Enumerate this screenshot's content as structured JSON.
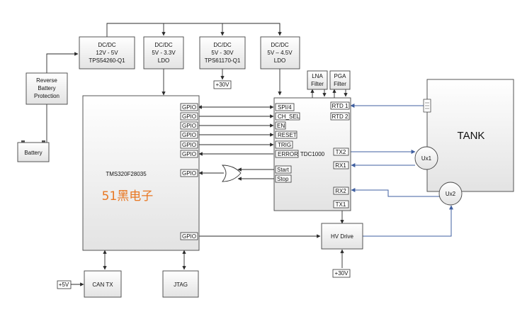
{
  "supplies": [
    {
      "lines": [
        "DC/DC",
        "12V - 5V",
        "TPS54260-Q1"
      ]
    },
    {
      "lines": [
        "DC/DC",
        "5V - 3.3V",
        "LDO"
      ]
    },
    {
      "lines": [
        "DC/DC",
        "5V - 30V",
        "TPS61170-Q1"
      ]
    },
    {
      "lines": [
        "DC/DC",
        "5V – 4.5V",
        "LDO"
      ]
    }
  ],
  "reverse_protection": {
    "lines": [
      "Reverse",
      "Battery",
      "Protection"
    ]
  },
  "battery": {
    "label": "Battery"
  },
  "v30_top": "+30V",
  "v30_bottom": "+30V",
  "v5": "+5V",
  "mcu": {
    "name": "TMS320F28035",
    "gpio_label": "GPIO",
    "watermark": "51黑电子"
  },
  "tdc": {
    "name": "TDC1000",
    "pins_left": [
      "SPI/4",
      "CH_SEL",
      "EN",
      "RESET",
      "TRIG",
      "ERROR",
      "Start",
      "Stop"
    ],
    "pins_right": [
      "RTD 1",
      "RTD 2",
      "TX2",
      "RX1",
      "RX2",
      "TX1"
    ]
  },
  "lna": {
    "lines": [
      "LNA",
      "Filter"
    ]
  },
  "pga": {
    "lines": [
      "PGA",
      "Filter"
    ]
  },
  "tank": {
    "label": "TANK"
  },
  "ux1": "Ux1",
  "ux2": "Ux2",
  "hv_drive": "HV Drive",
  "can_tx": "CAN TX",
  "jtag": "JTAG",
  "colors": {
    "watermark": "#e87722",
    "block_light": "#ffffff",
    "block_dark": "#e4e4e4",
    "wire_blue": "#3f5fa0"
  }
}
